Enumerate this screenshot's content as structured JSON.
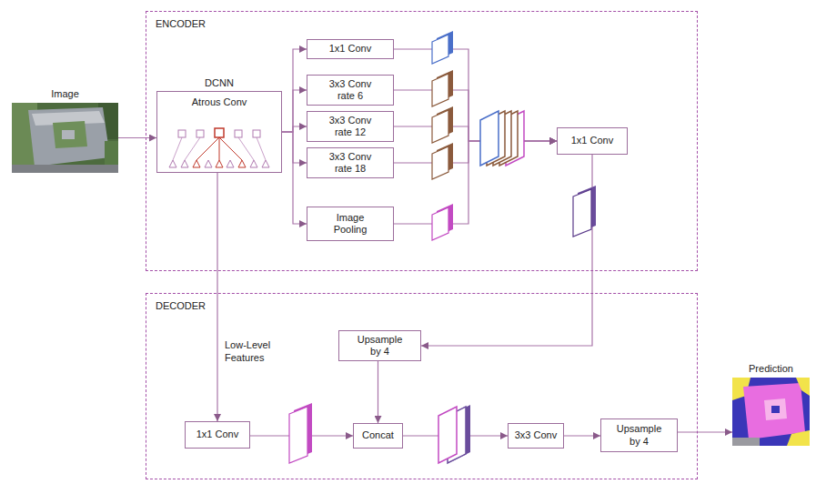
{
  "diagram": {
    "nodes": [
      {
        "text": [
          "Image"
        ]
      },
      {
        "text": [
          "ENCODER"
        ]
      },
      {
        "text": [
          "DCNN",
          "Atrous Conv"
        ],
        "in": 1
      },
      {
        "text": [
          "1x1 Conv"
        ],
        "in": 1
      },
      {
        "text": [
          "3x3 Conv rate 6"
        ],
        "in": 1
      },
      {
        "text": [
          "3x3 Conv rate 12"
        ],
        "in": 1
      },
      {
        "text": [
          "3x3 Conv rate 18"
        ],
        "in": 1
      },
      {
        "text": [
          "Image Pooling"
        ],
        "in": 1
      },
      {
        "text": [
          "1x1 Conv"
        ],
        "in": 1
      },
      {
        "text": [
          "DECODER"
        ]
      },
      {
        "text": [
          "Upsample by 4"
        ],
        "in": 9
      },
      {
        "text": [
          "1x1 Conv"
        ],
        "in": 9
      },
      {
        "text": [
          "Concat"
        ],
        "in": 9
      },
      {
        "text": [
          "3x3 Conv"
        ],
        "in": 9
      },
      {
        "text": [
          "Upsample by 4"
        ],
        "in": 9
      },
      {
        "text": [
          "Prediction"
        ]
      }
    ],
    "edges": [
      {
        "from": 0,
        "to": 2,
        "arrow": "to"
      },
      {
        "from": 2,
        "to": 3,
        "arrow": "to"
      },
      {
        "from": 2,
        "to": 4,
        "arrow": "to"
      },
      {
        "from": 2,
        "to": 5,
        "arrow": "to"
      },
      {
        "from": 2,
        "to": 6,
        "arrow": "to"
      },
      {
        "from": 2,
        "to": 7,
        "arrow": "to"
      },
      {
        "from": 3,
        "to": 8,
        "arrow": "to"
      },
      {
        "from": 4,
        "to": 8,
        "arrow": "to"
      },
      {
        "from": 5,
        "to": 8,
        "arrow": "to"
      },
      {
        "from": 6,
        "to": 8,
        "arrow": "to"
      },
      {
        "from": 7,
        "to": 8,
        "arrow": "to"
      },
      {
        "from": 8,
        "to": 10,
        "arrow": "to"
      },
      {
        "from": 10,
        "to": 12,
        "arrow": "to"
      },
      {
        "from": 2,
        "to": 11,
        "label": "Low-Level Features",
        "arrow": "to"
      },
      {
        "from": 11,
        "to": 12,
        "arrow": "to"
      },
      {
        "from": 12,
        "to": 13,
        "arrow": "to"
      },
      {
        "from": 13,
        "to": 14,
        "arrow": "to"
      },
      {
        "from": 14,
        "to": 15,
        "arrow": "to"
      }
    ]
  }
}
